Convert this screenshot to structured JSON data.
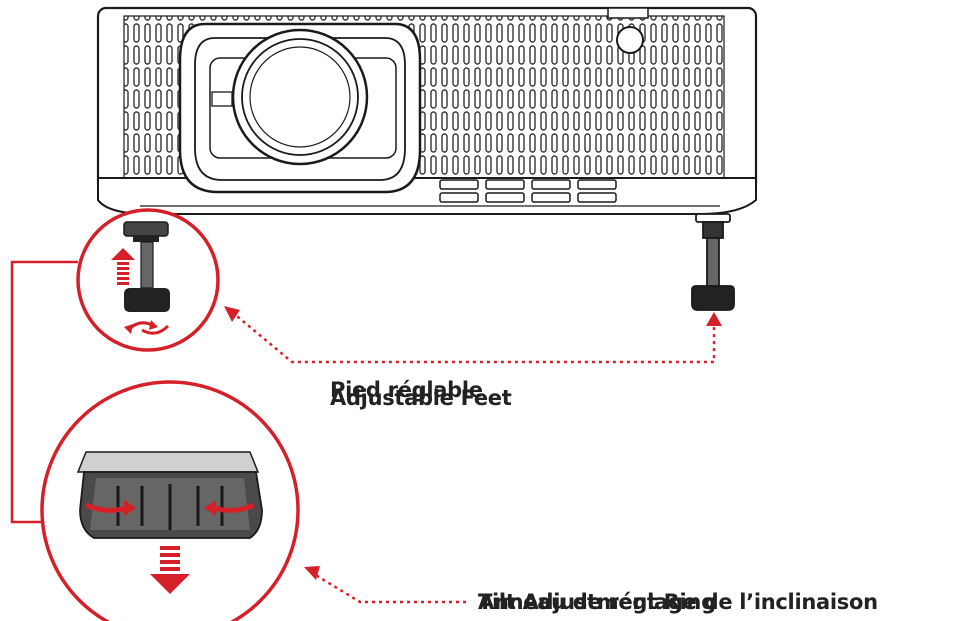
{
  "labels": {
    "feet_en": "Adjustable Feet",
    "feet_fr": "Pied réglable",
    "ring_en": "Tilt Adjustment Ring",
    "ring_fr": "Anneau de réglage de l’inclinaison"
  },
  "colors": {
    "accent": "#d62027",
    "line": "#1a1a1a"
  }
}
